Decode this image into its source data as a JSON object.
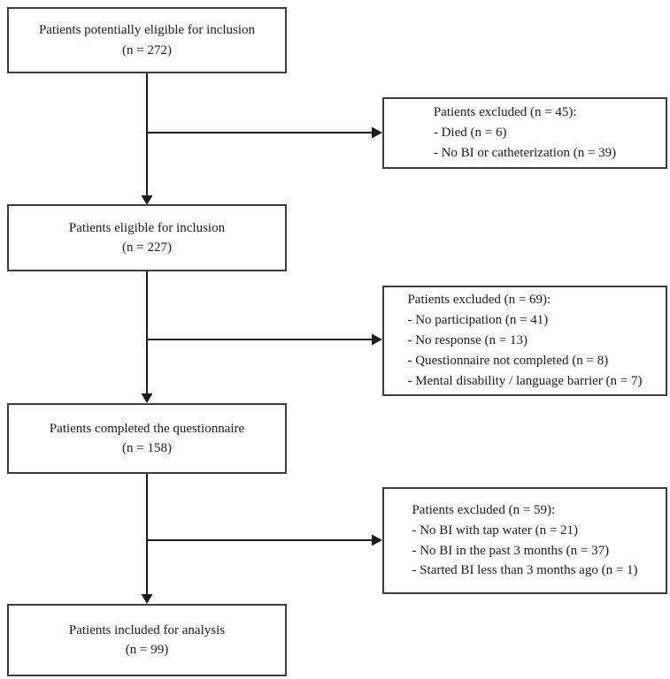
{
  "flowchart": {
    "type": "patient-flow-diagram",
    "main_boxes": [
      {
        "line1": "Patients potentially eligible for inclusion",
        "line2": "(n = 272)"
      },
      {
        "line1": "Patients eligible for inclusion",
        "line2": "(n = 227)"
      },
      {
        "line1": "Patients completed the questionnaire",
        "line2": "(n = 158)"
      },
      {
        "line1": "Patients included for analysis",
        "line2": "(n = 99)"
      }
    ],
    "exclusion_boxes": [
      {
        "title": "Patients excluded (n = 45):",
        "items": [
          "- Died (n = 6)",
          "- No BI or catheterization (n = 39)"
        ]
      },
      {
        "title": "Patients excluded (n = 69):",
        "items": [
          "- No participation (n = 41)",
          "- No response (n = 13)",
          "- Questionnaire not completed (n = 8)",
          "- Mental disability / language barrier (n = 7)"
        ]
      },
      {
        "title": "Patients excluded (n = 59):",
        "items": [
          "- No BI with tap water (n = 21)",
          "- No BI in the past 3 months (n = 37)",
          "- Started BI less than 3 months ago (n = 1)"
        ]
      }
    ],
    "colors": {
      "box_border": "#3d3d3d",
      "connector": "#1c1c1c",
      "text": "#1b1b1b",
      "background": "#ffffff"
    }
  }
}
